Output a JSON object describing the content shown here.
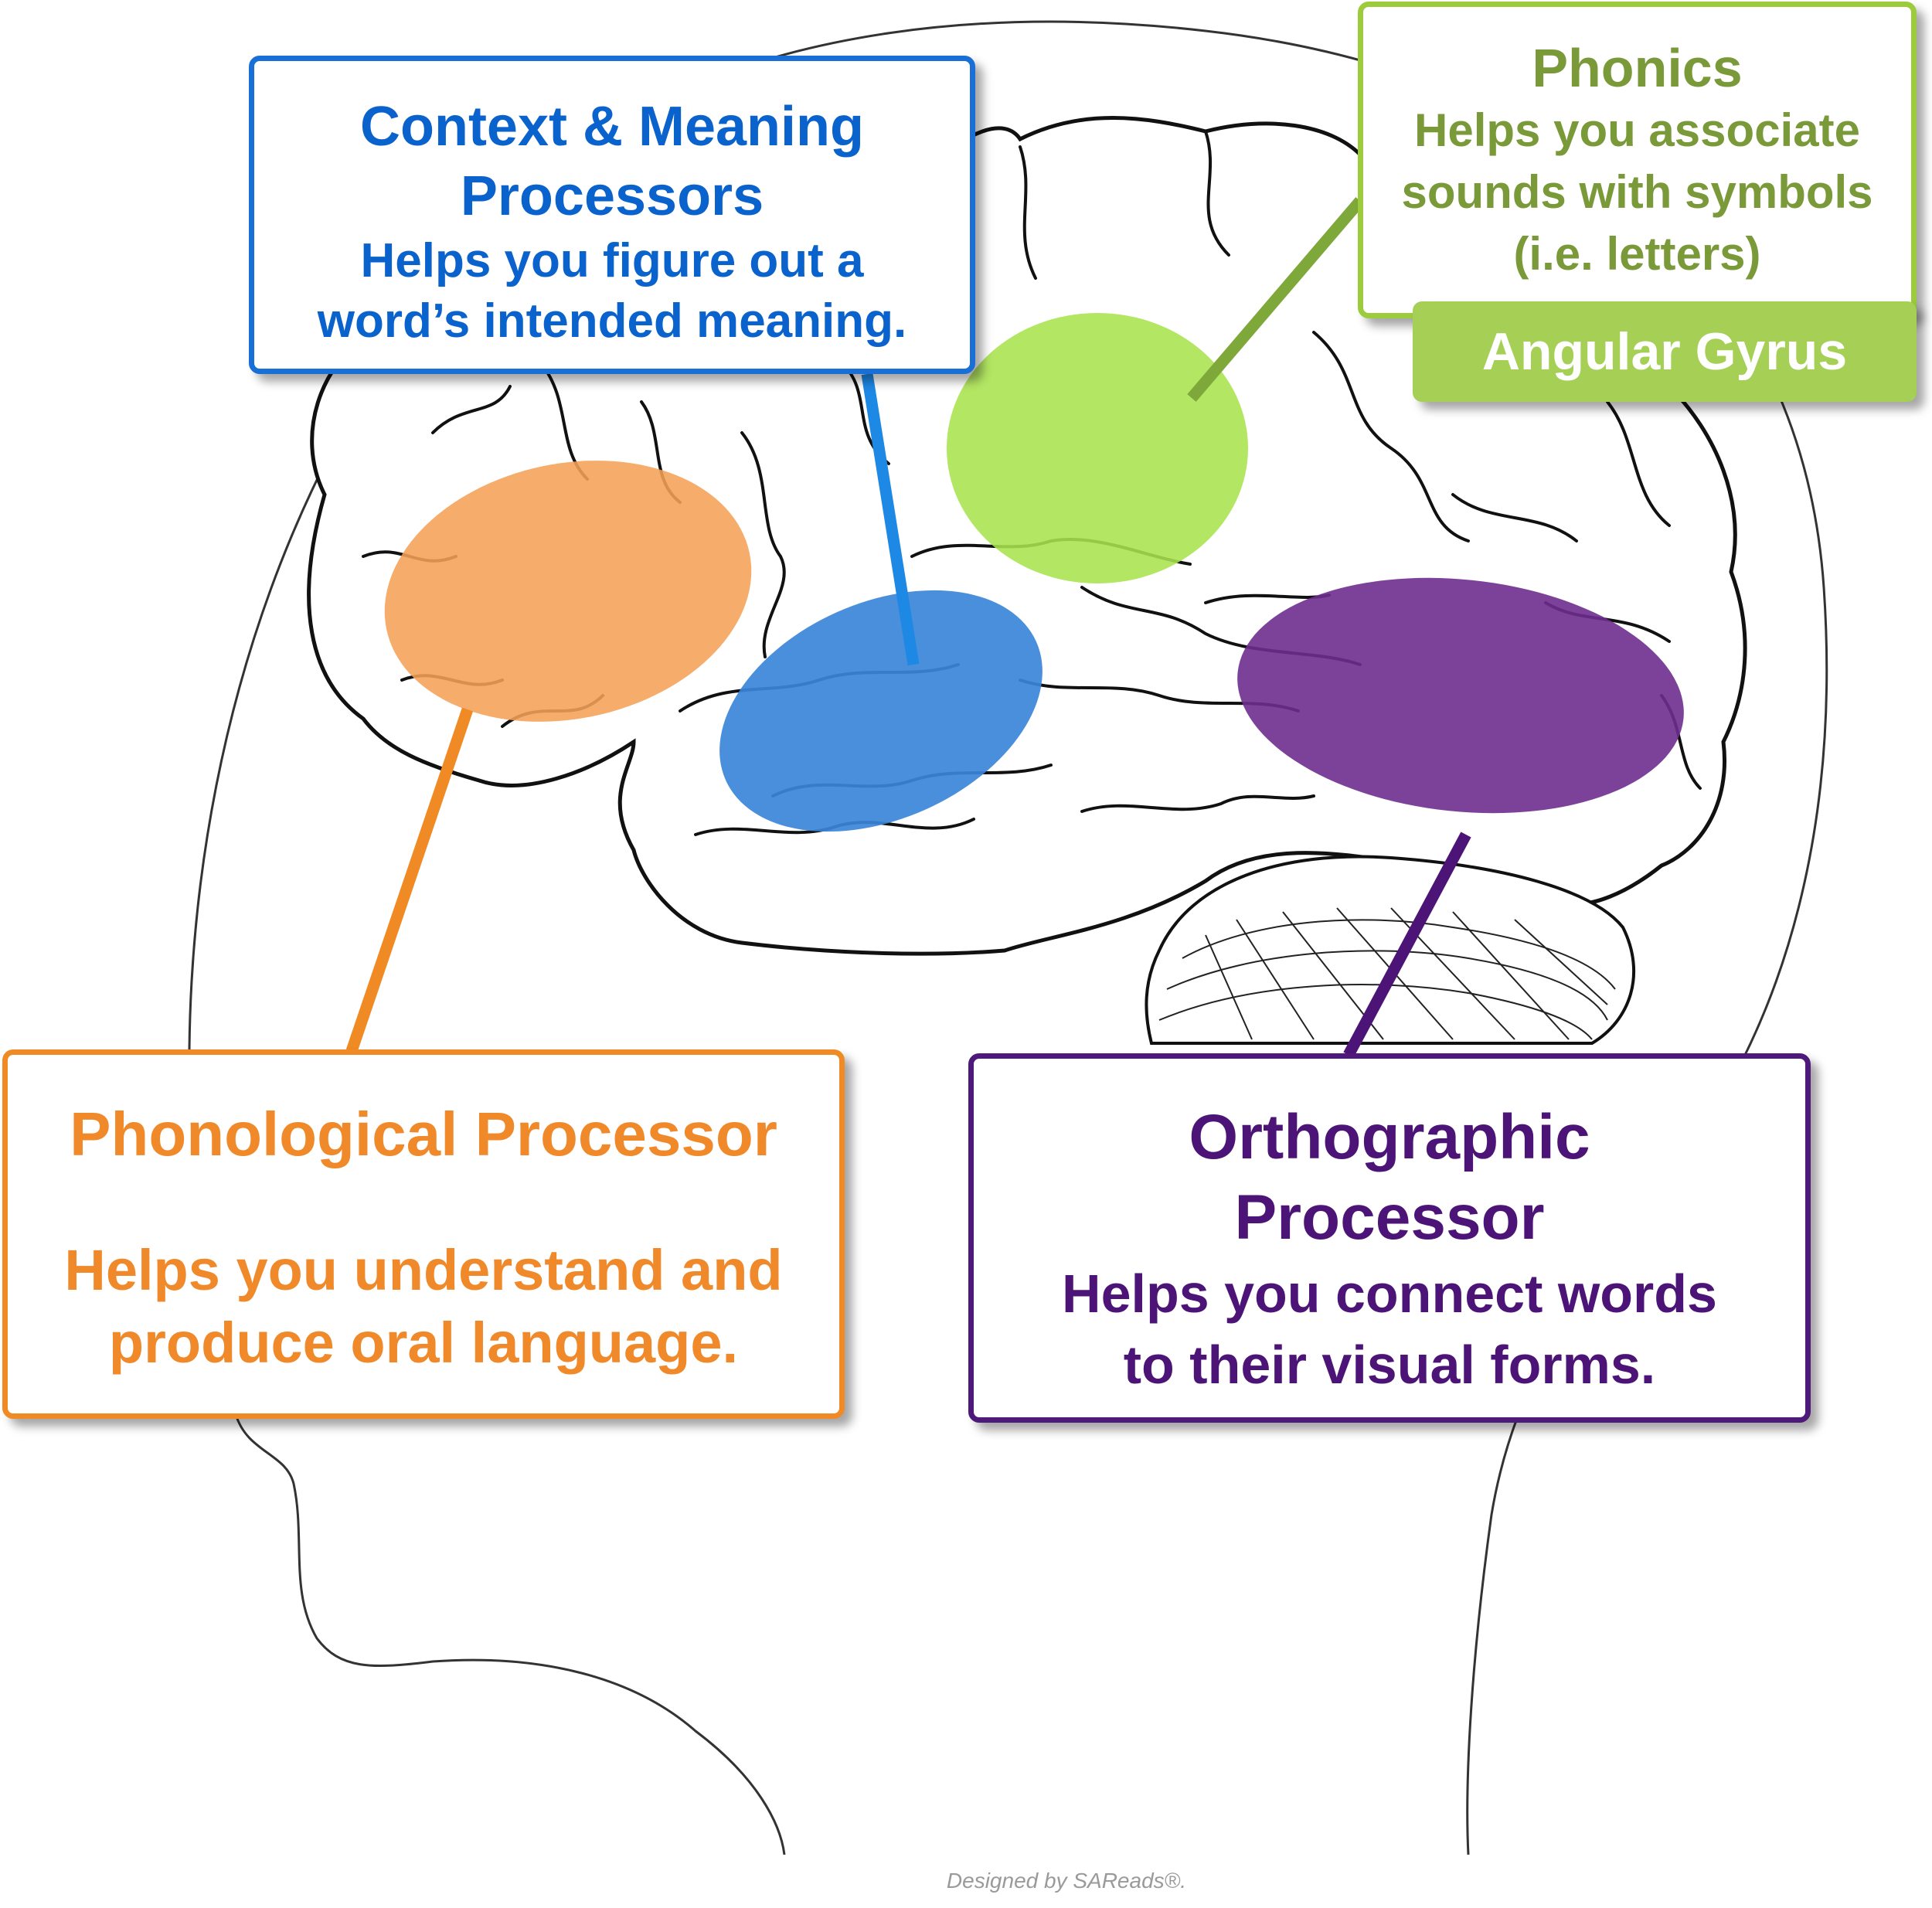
{
  "callouts": {
    "context": {
      "title_lines": [
        "Context & Meaning",
        "Processors"
      ],
      "desc_lines": [
        "Helps you figure out a",
        "word’s intended meaning."
      ],
      "color": "#0a62cc"
    },
    "phonics": {
      "title": "Phonics",
      "desc_lines": [
        "Helps you associate",
        "sounds with symbols",
        "(i.e. letters)"
      ],
      "color": "#7a9a3a",
      "region_tag": "Angular Gyrus",
      "tag_color": "#a5cf55"
    },
    "phonological": {
      "title": "Phonological Processor",
      "desc_lines": [
        "Helps you understand and",
        "produce oral language."
      ],
      "color": "#f0892a"
    },
    "orthographic": {
      "title_lines": [
        "Orthographic",
        "Processor"
      ],
      "desc_lines": [
        "Helps you connect words",
        "to their visual forms."
      ],
      "color": "#4d1477"
    }
  },
  "regions": {
    "phonological": "#f5a155",
    "context": "#3a86d8",
    "phonics": "#a9e24d",
    "orthographic": "#6e2e8f"
  },
  "credit": "Designed by SAReads®."
}
